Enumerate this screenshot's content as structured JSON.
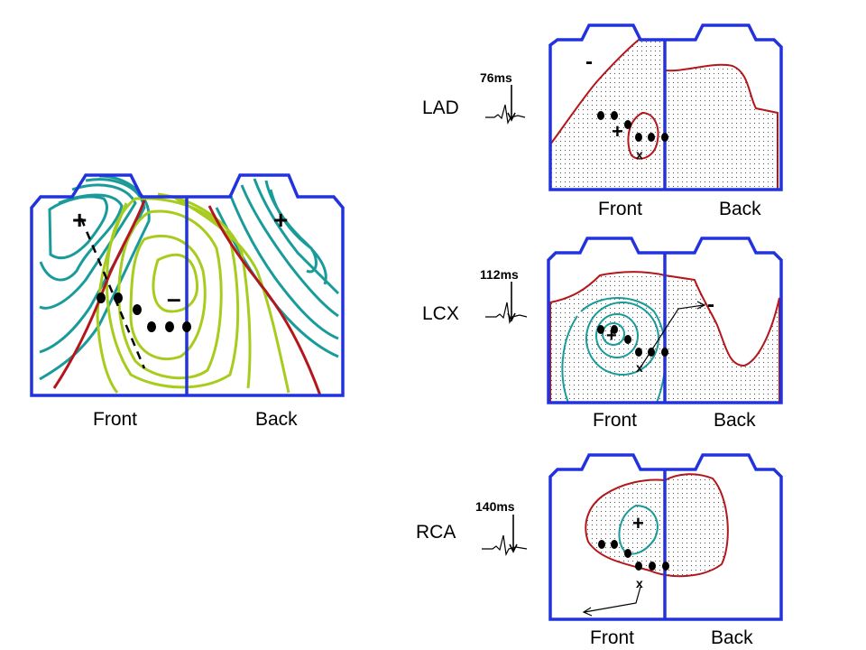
{
  "colors": {
    "torso_outline": "#2233dd",
    "positive_contour": "#1a9b9b",
    "negative_contour": "#a8cc1e",
    "zero_line": "#b3161b",
    "stipple": "#555555"
  },
  "main_map": {
    "front_label": "Front",
    "back_label": "Back",
    "plus_front": "+",
    "plus_back": "+",
    "minus": "–"
  },
  "panels": [
    {
      "artery": "LAD",
      "time": "76ms",
      "front_label": "Front",
      "back_label": "Back",
      "plus": "+",
      "minus": "-",
      "marker": "x"
    },
    {
      "artery": "LCX",
      "time": "112ms",
      "front_label": "Front",
      "back_label": "Back",
      "plus": "+",
      "minus": "-",
      "marker": "x"
    },
    {
      "artery": "RCA",
      "time": "140ms",
      "front_label": "Front",
      "back_label": "Back",
      "plus": "+",
      "minus": "",
      "marker": "x"
    }
  ]
}
